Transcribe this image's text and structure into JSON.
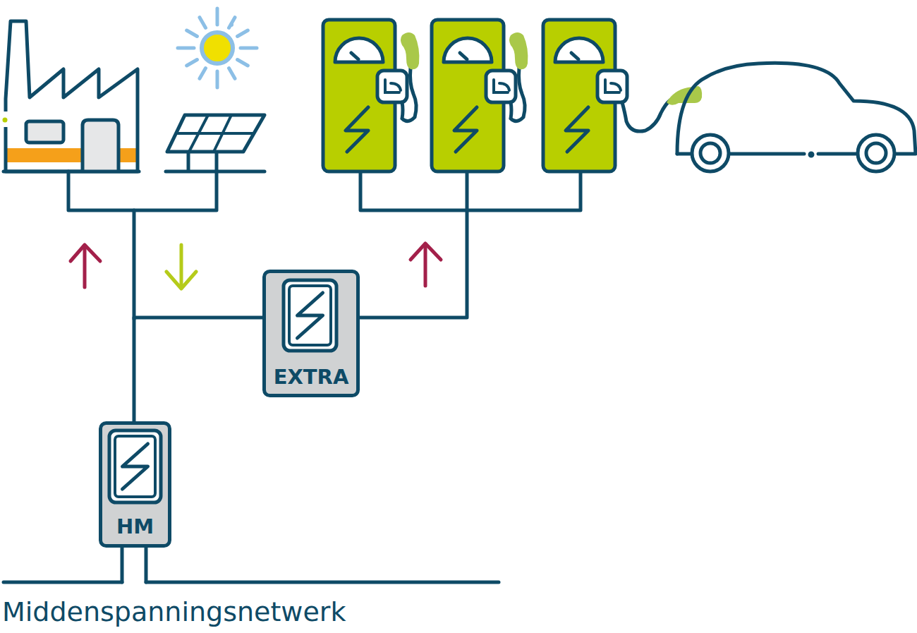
{
  "diagram": {
    "nodes": [
      {
        "text": [
          "EXTRA"
        ]
      },
      {
        "text": [
          "HM"
        ]
      }
    ],
    "edges": [
      {
        "from": 1,
        "to": 0,
        "arrow": "none"
      }
    ],
    "labels": [
      "Middenspanningsnetwerk"
    ]
  }
}
